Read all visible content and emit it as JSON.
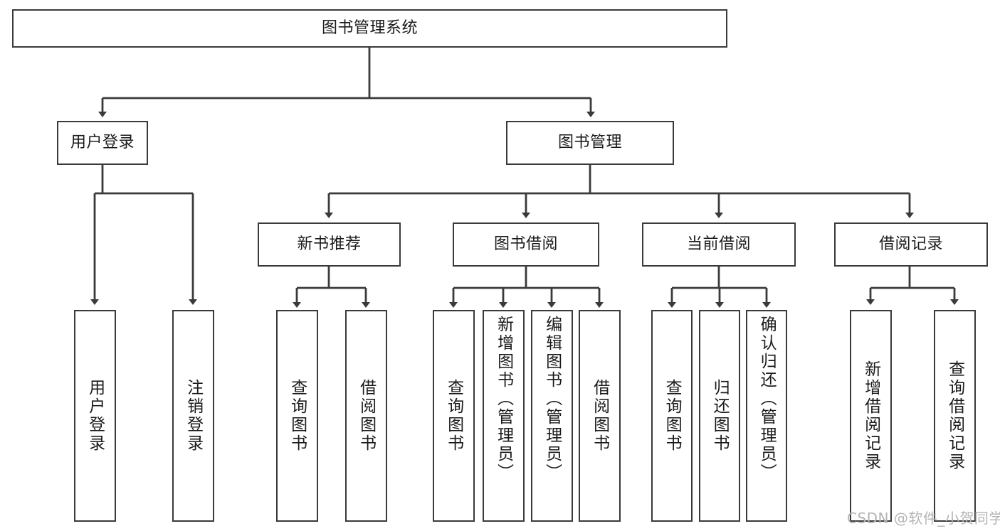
{
  "diagram": {
    "title": "图书管理系统",
    "type": "hierarchy-tree",
    "root": {
      "id": "root",
      "label": "图书管理系统"
    },
    "level2": [
      {
        "id": "user-login",
        "label": "用户登录"
      },
      {
        "id": "book-management",
        "label": "图书管理"
      }
    ],
    "level3": [
      {
        "id": "new-book-recommend",
        "label": "新书推荐",
        "parent": "book-management"
      },
      {
        "id": "book-borrow",
        "label": "图书借阅",
        "parent": "book-management"
      },
      {
        "id": "current-borrow",
        "label": "当前借阅",
        "parent": "book-management"
      },
      {
        "id": "borrow-record",
        "label": "借阅记录",
        "parent": "book-management"
      }
    ],
    "leaves": {
      "user_login": [
        {
          "id": "leaf-user-login",
          "label": "用户登录"
        },
        {
          "id": "leaf-user-logout",
          "label": "注销登录"
        }
      ],
      "new_book_recommend": [
        {
          "id": "leaf-query-book-1",
          "label": "查询图书"
        },
        {
          "id": "leaf-borrow-book-1",
          "label": "借阅图书"
        }
      ],
      "book_borrow": [
        {
          "id": "leaf-query-book-2",
          "label": "查询图书"
        },
        {
          "id": "leaf-add-book",
          "label": "新增图书（管理员）"
        },
        {
          "id": "leaf-edit-book",
          "label": "编辑图书（管理员）"
        },
        {
          "id": "leaf-borrow-book-2",
          "label": "借阅图书"
        }
      ],
      "current_borrow": [
        {
          "id": "leaf-query-book-3",
          "label": "查询图书"
        },
        {
          "id": "leaf-return-book",
          "label": "归还图书"
        },
        {
          "id": "leaf-confirm-return",
          "label": "确认归还（管理员）"
        }
      ],
      "borrow_record": [
        {
          "id": "leaf-add-record",
          "label": "新增借阅记录"
        },
        {
          "id": "leaf-query-record",
          "label": "查询借阅记录"
        }
      ]
    }
  },
  "watermark": {
    "text": "CSDN @软件_小贺同学"
  },
  "colors": {
    "border": "#3a3a3a",
    "text": "#1b1b1b",
    "background": "#ffffff",
    "watermark": "#b4b4b4"
  }
}
